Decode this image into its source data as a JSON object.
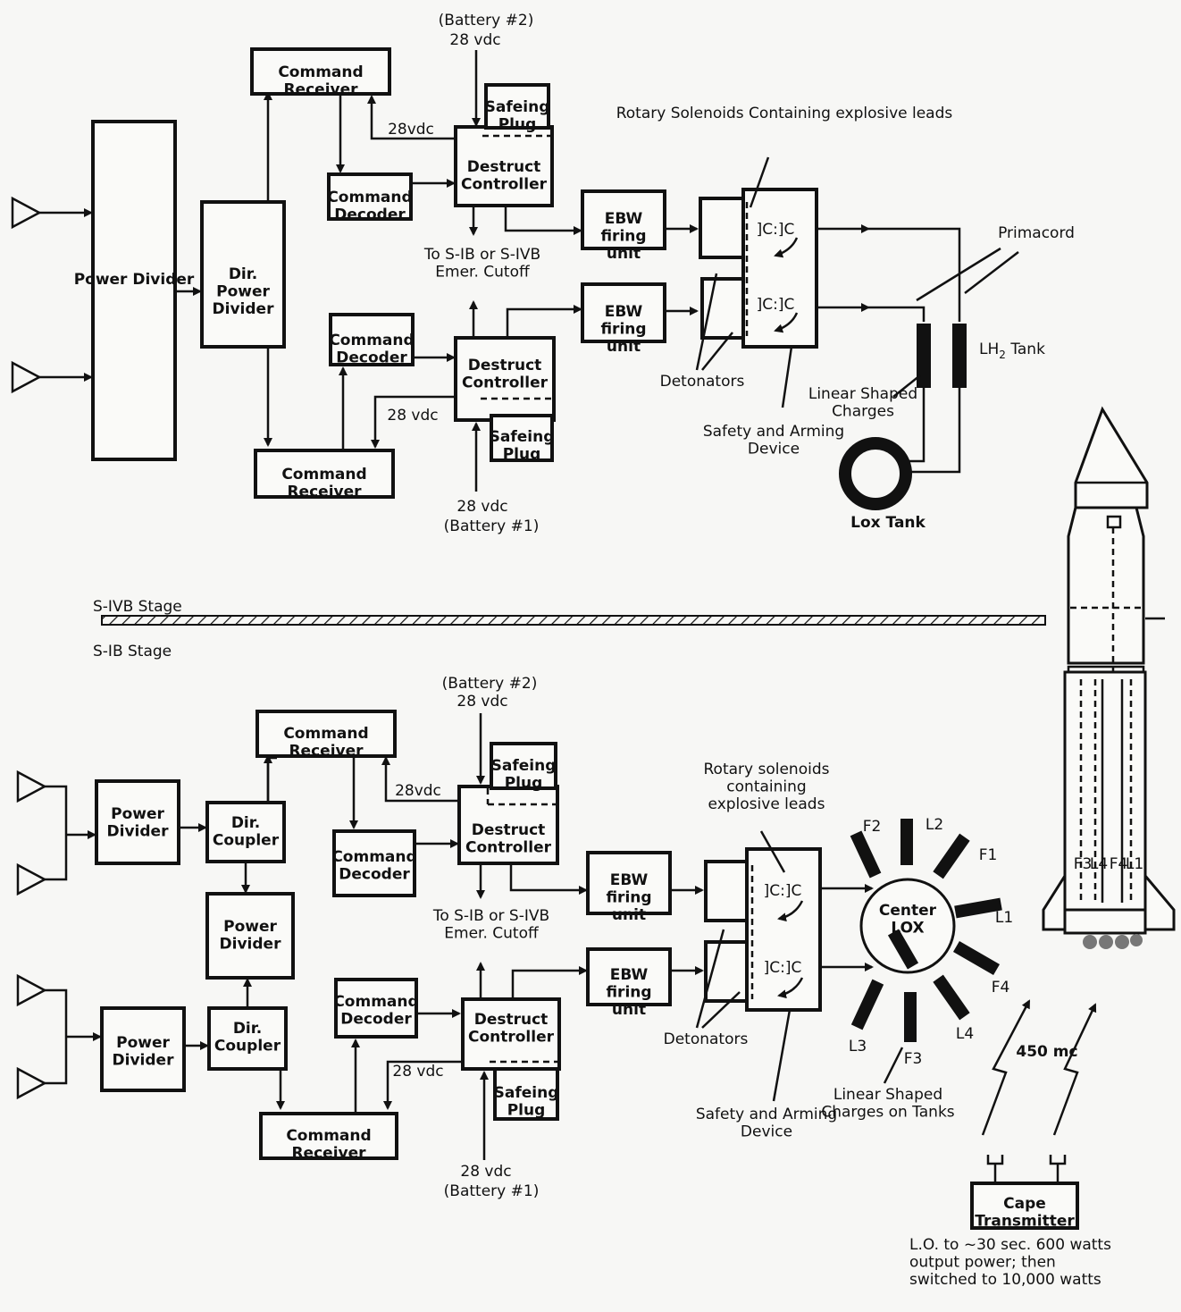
{
  "upper": {
    "power_divider": "Power Divider",
    "dir_power_divider": "Dir. Power Divider",
    "command_receiver_top": "Command Receiver",
    "command_receiver_bottom": "Command Receiver",
    "command_decoder_top": "Command Decoder",
    "command_decoder_bottom": "Command Decoder",
    "destruct_controller_top": "Destruct Controller",
    "destruct_controller_bottom": "Destruct Controller",
    "safeing_plug": "Safeing Plug",
    "ebw_firing_unit": "EBW firing unit",
    "battery2": "(Battery #2)",
    "battery1": "(Battery #1)",
    "v28": "28 vdc",
    "v28b": "28vdc",
    "emer_cutoff": "To S-IB or S-IVB Emer. Cutoff",
    "rotary": "Rotary Solenoids Containing explosive leads",
    "primacord": "Primacord",
    "detonators": "Detonators",
    "lh2_tank": "LH",
    "lh2_sub": "2",
    "tank_word": "Tank",
    "linear_charges": "Linear Shaped Charges",
    "safety_arming": "Safety and Arming Device",
    "lox_tank": "Lox Tank"
  },
  "stage": {
    "sivb": "S-IVB Stage",
    "sib": "S-IB Stage"
  },
  "lower": {
    "power_divider": "Power Divider",
    "dir_coupler": "Dir. Coupler",
    "command_receiver": "Command Receiver",
    "command_decoder": "Command Decoder",
    "destruct_controller": "Destruct Controller",
    "safeing_plug": "Safeing Plug",
    "ebw_firing_unit": "EBW firing unit",
    "battery2": "(Battery #2)",
    "battery1": "(Battery #1)",
    "v28": "28 vdc",
    "v28b": "28vdc",
    "emer_cutoff": "To S-IB or S-IVB Emer. Cutoff",
    "rotary": "Rotary solenoids containing explosive leads",
    "detonators": "Detonators",
    "center_lox": "Center LOX",
    "safety_arming": "Safety and Arming Device",
    "linear_charges": "Linear Shaped Charges on Tanks",
    "tank_labels": [
      "F2",
      "L2",
      "F1",
      "L1",
      "F4",
      "L4",
      "F3",
      "L3"
    ]
  },
  "rocket": {
    "tank_labels": [
      "F3",
      "L4",
      "F4",
      "L1"
    ]
  },
  "cape": {
    "freq": "450 mc",
    "transmitter": "Cape Transmitter",
    "note": "L.O. to ~30 sec. 600 watts output power; then switched to 10,000 watts"
  }
}
